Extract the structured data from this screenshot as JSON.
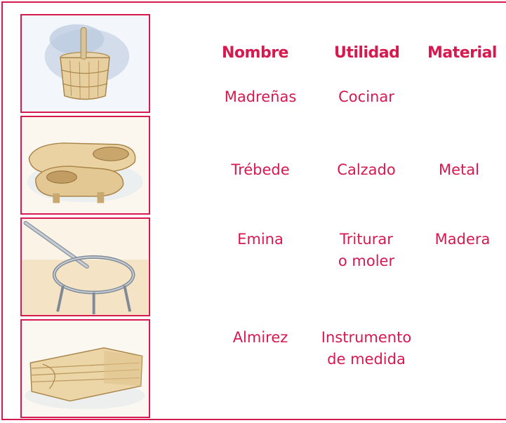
{
  "table": {
    "headers": {
      "nombre": "Nombre",
      "utilidad": "Utilidad",
      "material": "Material"
    },
    "rows": [
      {
        "nombre": "Madreñas",
        "utilidad_1": "Cocinar",
        "utilidad_2": "",
        "material": ""
      },
      {
        "nombre": "Trébede",
        "utilidad_1": "Calzado",
        "utilidad_2": "",
        "material": "Metal"
      },
      {
        "nombre": "Emina",
        "utilidad_1": "Triturar",
        "utilidad_2": "o moler",
        "material": "Madera"
      },
      {
        "nombre": "Almirez",
        "utilidad_1": "Instrumento",
        "utilidad_2": "de medida",
        "material": ""
      }
    ]
  },
  "images": [
    {
      "icon": "mortar-icon"
    },
    {
      "icon": "clogs-icon"
    },
    {
      "icon": "trivet-icon"
    },
    {
      "icon": "wooden-measure-icon"
    }
  ],
  "colors": {
    "accent": "#d6194f"
  }
}
